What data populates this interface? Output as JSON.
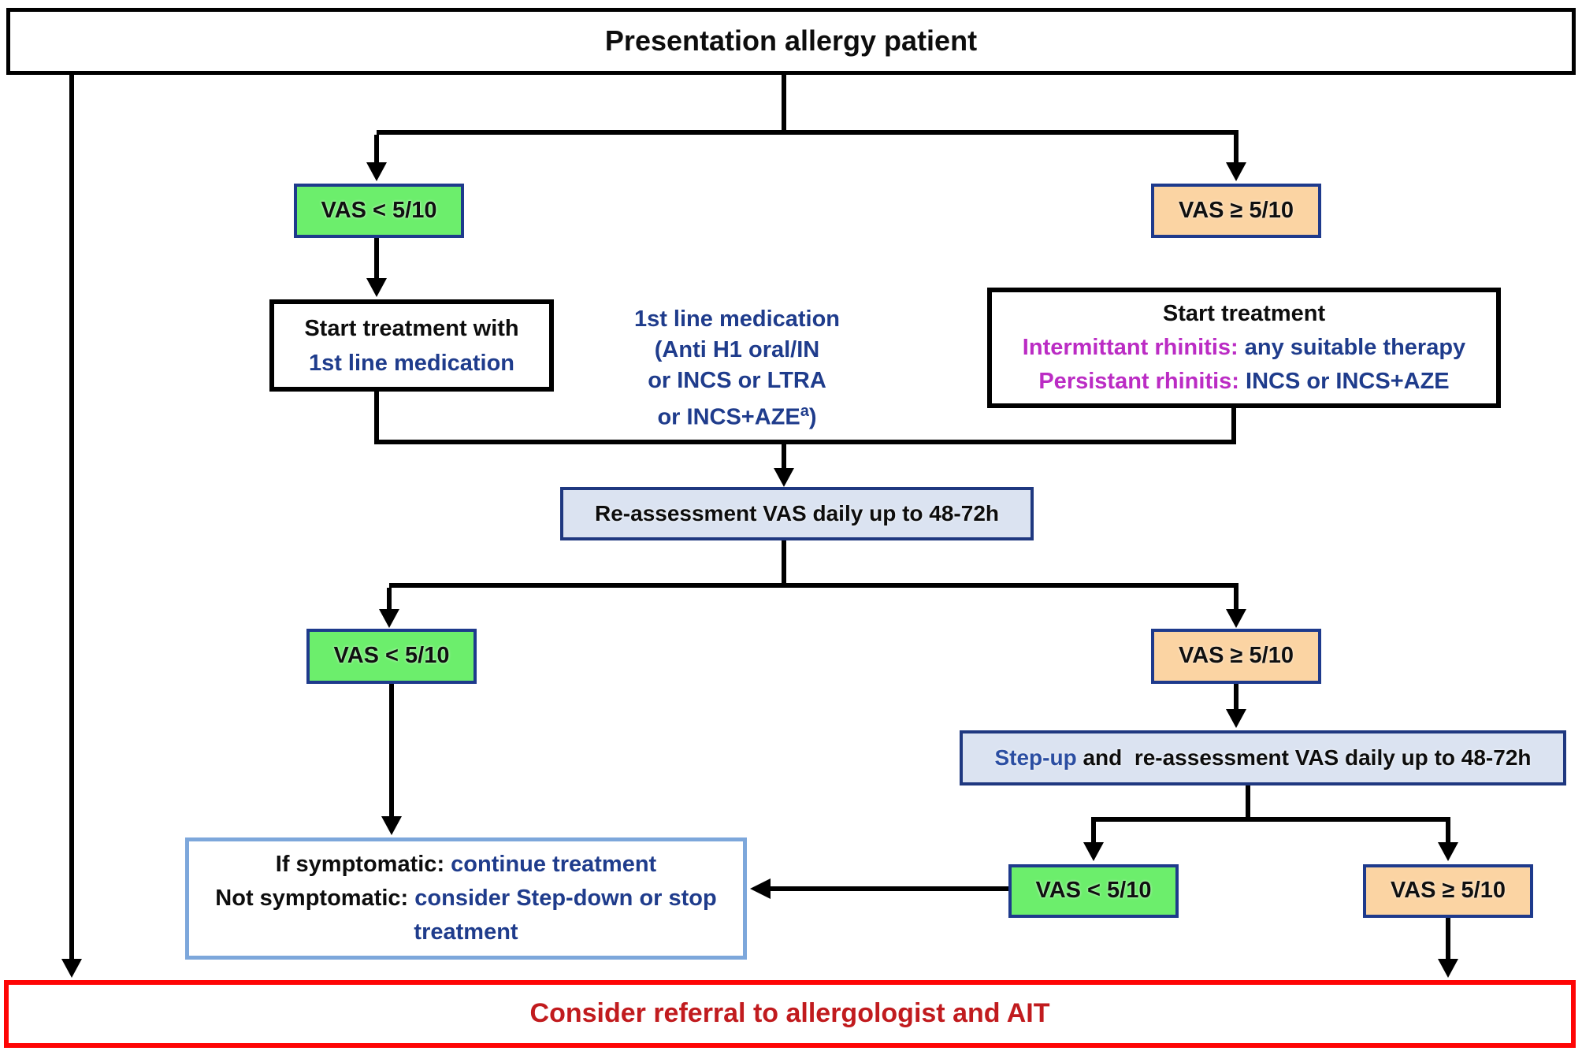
{
  "title": "Presentation allergy patient",
  "nodes": {
    "vas_low": "VAS < 5/10",
    "vas_high": "VAS ≥ 5/10",
    "start_left": {
      "line1": "Start treatment with",
      "line2": "1st line medication"
    },
    "note": {
      "line1": "1st line medication",
      "line2": "(Anti H1 oral/IN",
      "line3": "or INCS or LTRA",
      "line4_main": "or INCS+AZE",
      "line4_sup": "a",
      "line4_end": ")"
    },
    "start_right": {
      "line1": "Start treatment",
      "line2_label": "Intermittant rhinitis:",
      "line2_value": " any suitable therapy",
      "line3_label": "Persistant rhinitis:",
      "line3_value": " INCS or INCS+AZE"
    },
    "reassess": "Re-assessment VAS daily up to 48-72h",
    "stepup": {
      "highlight": "Step-up",
      "rest": " and  re-assessment VAS daily up to 48-72h"
    },
    "ifsym": {
      "line1_label": "If symptomatic:",
      "line1_value": " continue treatment",
      "line2_label": "Not symptomatic:",
      "line2_value": " consider Step-down or stop",
      "line3": "treatment"
    },
    "referral": "Consider referral to allergologist and AIT"
  },
  "colors": {
    "green_fill": "#6CEE6C",
    "orange_fill": "#FBD4A3",
    "lavender_fill": "#DBE3F1",
    "navy_border": "#1E3A8C",
    "lightblue_border": "#7DA7DB",
    "red_border": "#FE0505",
    "navy_text": "#1F3C8C",
    "blue_text": "#2B4EA2",
    "magenta_text": "#BB2CC4",
    "darkred_text": "#C11B1E",
    "line_black": "#000000"
  }
}
